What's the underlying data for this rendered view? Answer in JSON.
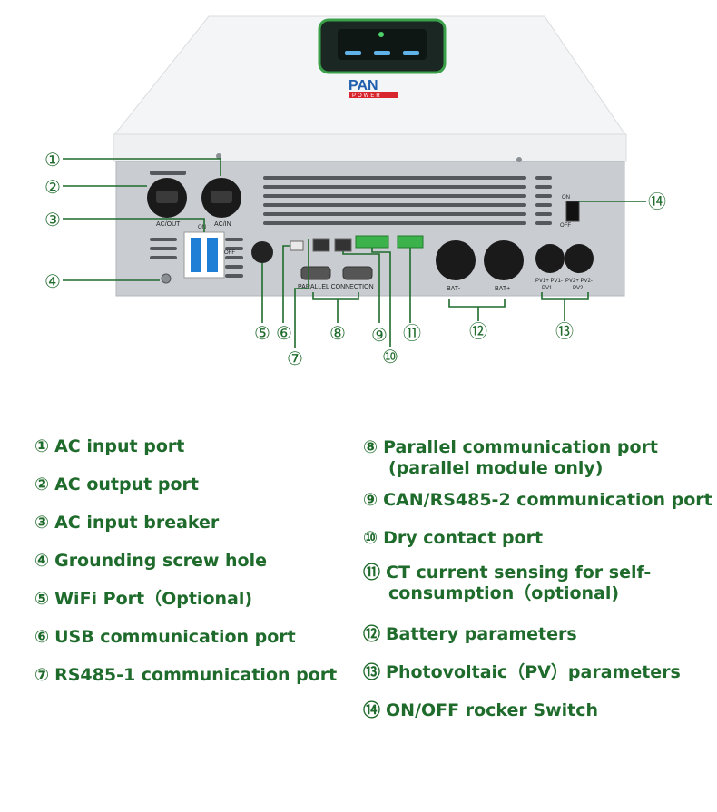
{
  "colors": {
    "legend_text": "#1f6b2c",
    "callout": "#1f6b2c",
    "panel_grey": "#c9cdd1",
    "housing_white": "#f4f5f6"
  },
  "device_labels": {
    "brand": "PAN",
    "brand_sub": "POWER",
    "ac_out": "AC/OUT",
    "ac_in": "AC/IN",
    "bat_neg": "BAT-",
    "bat_pos": "BAT+",
    "pv1": "PV1+ PV1-",
    "pv1_sub": "PV1",
    "pv2": "PV2+ PV2-",
    "pv2_sub": "PV2",
    "parallel": "PARALLEL CONNECTION",
    "switch_on": "ON",
    "switch_off": "OFF"
  },
  "callouts": [
    {
      "num": "①"
    },
    {
      "num": "②"
    },
    {
      "num": "③"
    },
    {
      "num": "④"
    },
    {
      "num": "⑤"
    },
    {
      "num": "⑥"
    },
    {
      "num": "⑦"
    },
    {
      "num": "⑧"
    },
    {
      "num": "⑨"
    },
    {
      "num": "⑩"
    },
    {
      "num": "⑪"
    },
    {
      "num": "⑫"
    },
    {
      "num": "⑬"
    },
    {
      "num": "⑭"
    }
  ],
  "legend_left": [
    {
      "num": "①",
      "text": "AC input port"
    },
    {
      "num": "②",
      "text": "AC output port"
    },
    {
      "num": "③",
      "text": "AC input breaker"
    },
    {
      "num": "④",
      "text": "Grounding screw hole"
    },
    {
      "num": "⑤",
      "text": "WiFi Port（Optional)"
    },
    {
      "num": "⑥",
      "text": "USB communication port"
    },
    {
      "num": "⑦",
      "text": "RS485-1 communication port"
    }
  ],
  "legend_right": [
    {
      "num": "⑧",
      "text": "Parallel communication port",
      "sub": "(parallel module only)"
    },
    {
      "num": "⑨",
      "text": "CAN/RS485-2 communication port"
    },
    {
      "num": "⑩",
      "text": "Dry contact port"
    },
    {
      "num": "⑪",
      "text": "CT current sensing for self-",
      "sub": "consumption（optional)"
    },
    {
      "num": "⑫",
      "text": "Battery parameters"
    },
    {
      "num": "⑬",
      "text": "Photovoltaic（PV）parameters"
    },
    {
      "num": "⑭",
      "text": "ON/OFF rocker Switch"
    }
  ]
}
